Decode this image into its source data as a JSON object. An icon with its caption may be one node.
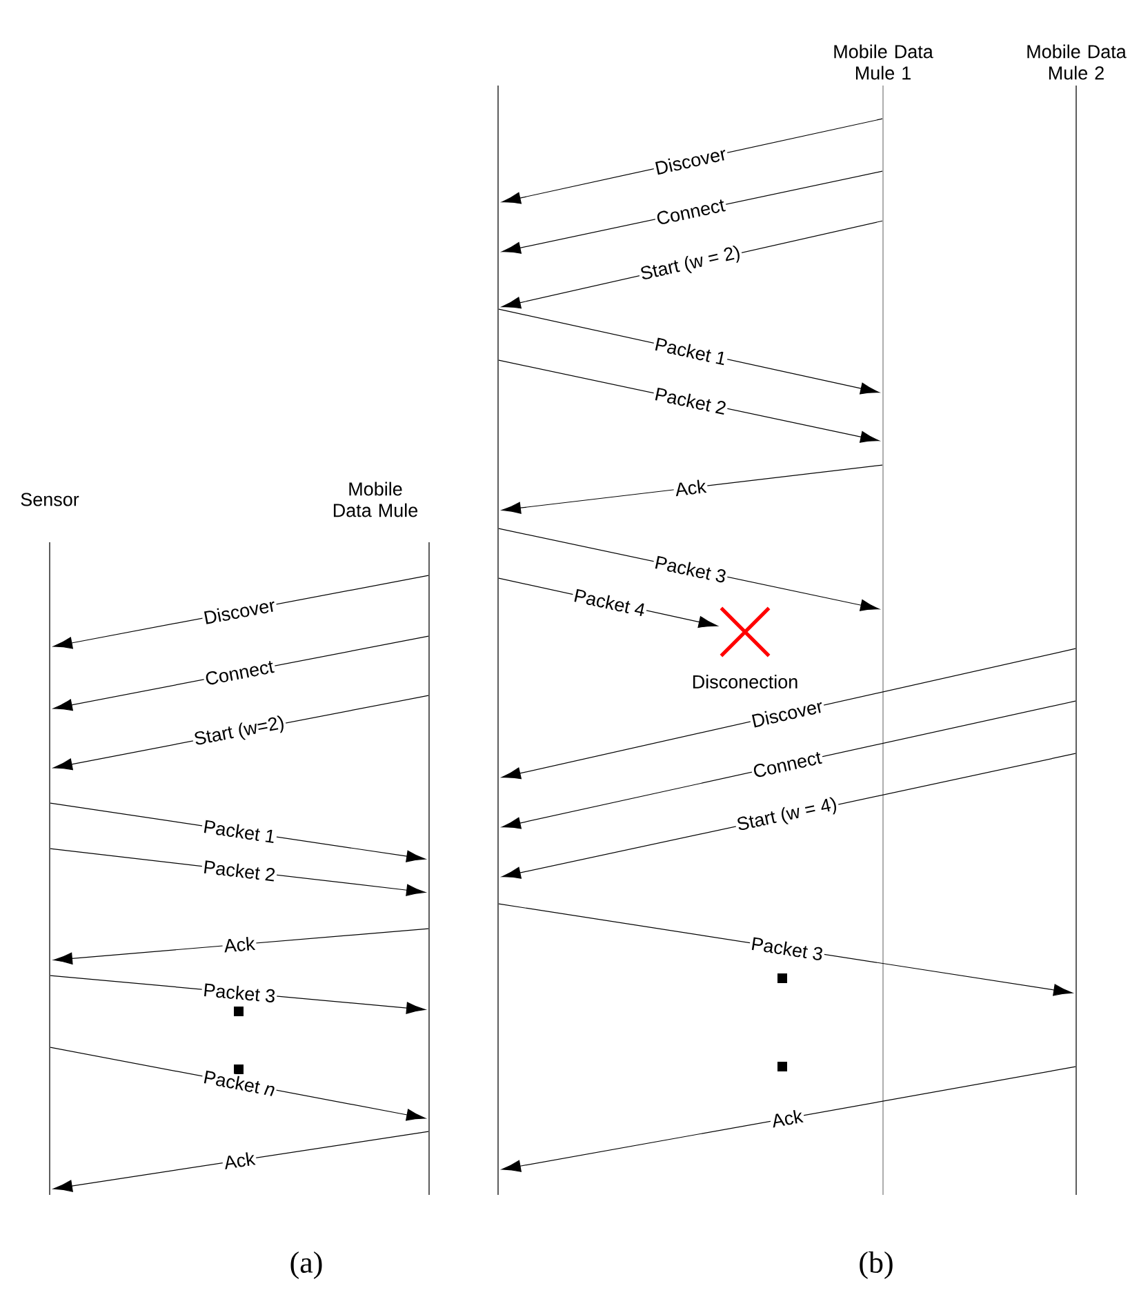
{
  "diagram": {
    "nodes": [
      {
        "text": [],
        "shape": "line"
      },
      {
        "text": [],
        "shape": "line"
      },
      {
        "text": [],
        "shape": "line"
      },
      {
        "text": [],
        "shape": "line"
      },
      {
        "text": [],
        "shape": "line"
      },
      {
        "text": [],
        "shape": "cross",
        "beside": [
          "Disconection"
        ]
      }
    ],
    "edges": [
      {
        "from": 1,
        "to": 0,
        "arrow": "to",
        "label": "Discover"
      },
      {
        "from": 1,
        "to": 0,
        "arrow": "to",
        "label": "Connect"
      },
      {
        "from": 1,
        "to": 0,
        "arrow": "to",
        "label": "Start (w=2)"
      },
      {
        "from": 0,
        "to": 1,
        "arrow": "to",
        "label": "Packet 1"
      },
      {
        "from": 0,
        "to": 1,
        "arrow": "to",
        "label": "Packet 2"
      },
      {
        "from": 1,
        "to": 0,
        "arrow": "to",
        "label": "Ack"
      },
      {
        "from": 0,
        "to": 1,
        "arrow": "to",
        "label": "Packet 3"
      },
      {
        "from": 0,
        "to": 1,
        "arrow": "to",
        "label": "Packet *n*"
      },
      {
        "from": 1,
        "to": 0,
        "arrow": "to",
        "label": "Ack"
      },
      {
        "from": 3,
        "to": 2,
        "arrow": "to",
        "label": "Discover"
      },
      {
        "from": 3,
        "to": 2,
        "arrow": "to",
        "label": "Connect"
      },
      {
        "from": 3,
        "to": 2,
        "arrow": "to",
        "label": "Start (w = 2)"
      },
      {
        "from": 2,
        "to": 3,
        "arrow": "to",
        "label": "Packet 1"
      },
      {
        "from": 2,
        "to": 3,
        "arrow": "to",
        "label": "Packet 2"
      },
      {
        "from": 3,
        "to": 2,
        "arrow": "to",
        "label": "Ack"
      },
      {
        "from": 2,
        "to": 3,
        "arrow": "to",
        "label": "Packet 3"
      },
      {
        "from": 2,
        "to": 5,
        "arrow": "to",
        "label": "Packet 4"
      },
      {
        "from": 4,
        "to": 2,
        "arrow": "to",
        "label": "Discover"
      },
      {
        "from": 4,
        "to": 2,
        "arrow": "to",
        "label": "Connect"
      },
      {
        "from": 4,
        "to": 2,
        "arrow": "to",
        "label": "Start (w = 4)"
      },
      {
        "from": 2,
        "to": 4,
        "arrow": "to",
        "label": "Packet 3"
      },
      {
        "from": 4,
        "to": 2,
        "arrow": "to",
        "label": "Ack"
      }
    ],
    "labels": [
      "Mobile Data Mule 1",
      "Mobile Data Mule 2",
      "Sensor",
      "Mobile Data Mule",
      "(a)",
      "(b)"
    ]
  }
}
